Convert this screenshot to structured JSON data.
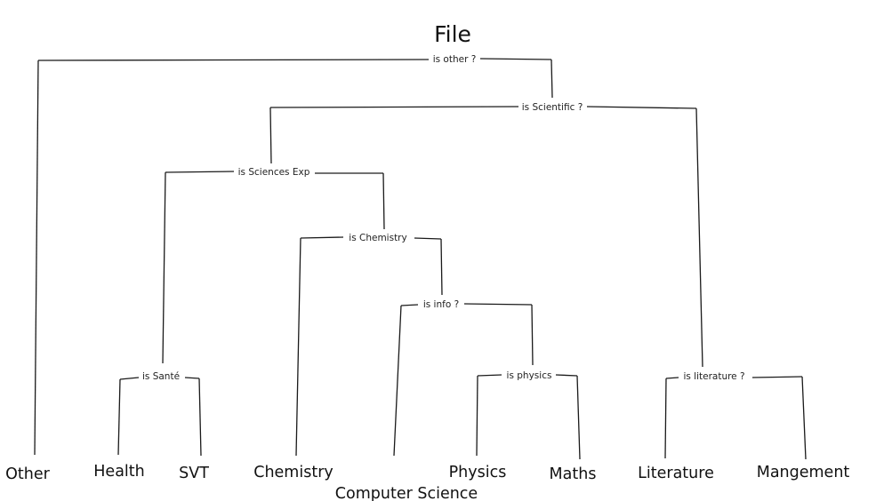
{
  "root": "File",
  "questions": {
    "other": "is other ?",
    "scientific": "is Scientific ?",
    "sciences_exp": "is Sciences Exp",
    "chemistry": "is Chemistry",
    "info": "is info ?",
    "sante": "is Santé",
    "physics": "is physics",
    "literature": "is literature ?"
  },
  "leaves": {
    "other": "Other",
    "health": "Health",
    "svt": "SVT",
    "chemistry": "Chemistry",
    "computer_science": "Computer Science",
    "physics": "Physics",
    "maths": "Maths",
    "literature": "Literature",
    "management": "Mangement"
  },
  "edges": [
    [
      "other",
      "leaf:other"
    ],
    [
      "other",
      "scientific"
    ],
    [
      "scientific",
      "sciences_exp"
    ],
    [
      "scientific",
      "literature"
    ],
    [
      "sciences_exp",
      "sante"
    ],
    [
      "sciences_exp",
      "chemistry"
    ],
    [
      "chemistry",
      "leaf:chemistry"
    ],
    [
      "chemistry",
      "info"
    ],
    [
      "info",
      "leaf:computer_science"
    ],
    [
      "info",
      "physics"
    ],
    [
      "sante",
      "leaf:health"
    ],
    [
      "sante",
      "leaf:svt"
    ],
    [
      "physics",
      "leaf:physics"
    ],
    [
      "physics",
      "leaf:maths"
    ],
    [
      "literature",
      "leaf:literature"
    ],
    [
      "literature",
      "leaf:management"
    ]
  ]
}
